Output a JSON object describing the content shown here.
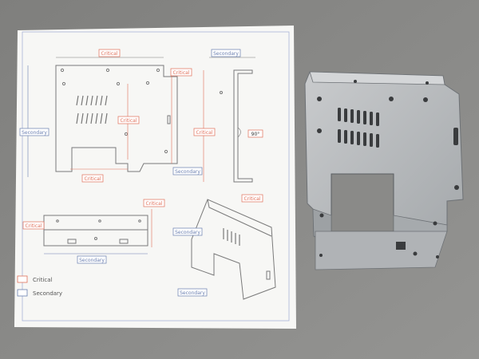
{
  "drawing": {
    "labels": {
      "critical": "Critical",
      "secondary": "Secondary",
      "angle": "90°"
    },
    "legend": [
      {
        "label": "Critical",
        "color": "#e0705a"
      },
      {
        "label": "Secondary",
        "color": "#6a7fb0"
      }
    ]
  },
  "colors": {
    "table": "#8a8a88",
    "paper": "#f7f7f5",
    "paper_border": "#a8b4d8",
    "line": "#7a7a7a",
    "critical": "#e0705a",
    "secondary": "#6a7fb0",
    "metal": "#b9bcbf",
    "metal_shadow": "#8e9296"
  }
}
